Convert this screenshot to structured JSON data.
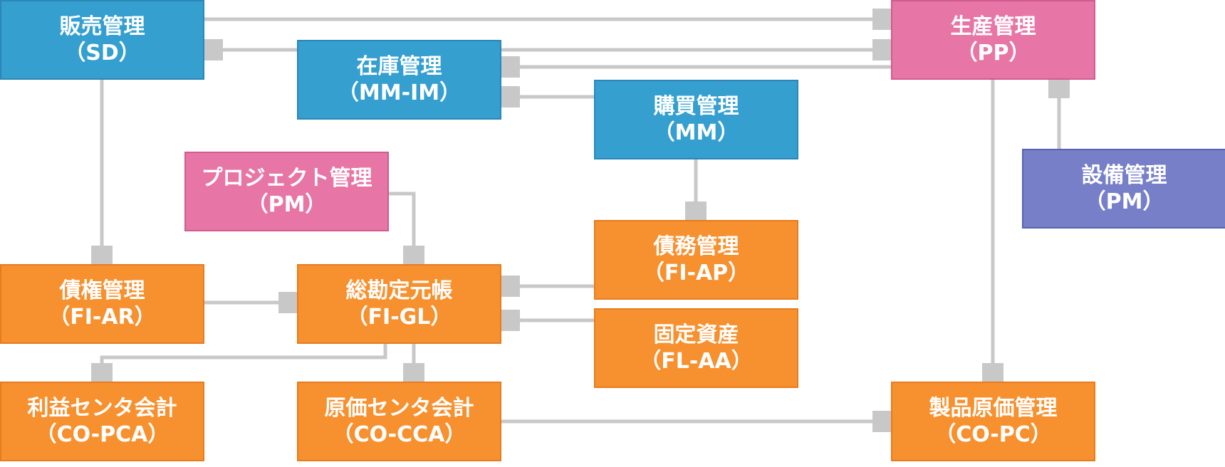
{
  "colors": {
    "blue": "#359fd0",
    "pink": "#e776a6",
    "orange": "#f7912f",
    "purple": "#767fc7",
    "connector": "#c8c8c8",
    "text": "#ffffff"
  },
  "nodes": {
    "sd": {
      "title": "販売管理",
      "code": "（SD）"
    },
    "mmim": {
      "title": "在庫管理",
      "code": "（MM-IM）"
    },
    "mm": {
      "title": "購買管理",
      "code": "（MM）"
    },
    "pp": {
      "title": "生産管理",
      "code": "（PP）"
    },
    "projpm": {
      "title": "プロジェクト管理",
      "code": "（PM）"
    },
    "pm": {
      "title": "設備管理",
      "code": "（PM）"
    },
    "fiap": {
      "title": "債務管理",
      "code": "（FI-AP）"
    },
    "fiar": {
      "title": "債権管理",
      "code": "（FI-AR）"
    },
    "figl": {
      "title": "総勘定元帳",
      "code": "（FI-GL）"
    },
    "flaa": {
      "title": "固定資産",
      "code": "（FL-AA）"
    },
    "copca": {
      "title": "利益センタ会計",
      "code": "（CO-PCA）"
    },
    "cocca": {
      "title": "原価センタ会計",
      "code": "（CO-CCA）"
    },
    "copc": {
      "title": "製品原価管理",
      "code": "（CO-PC）"
    }
  },
  "connections": [
    {
      "from": "販売管理",
      "to": "生産管理"
    },
    {
      "from": "在庫管理",
      "to": "販売管理"
    },
    {
      "from": "在庫管理",
      "to": "生産管理"
    },
    {
      "from": "生産管理",
      "to": "在庫管理"
    },
    {
      "from": "購買管理",
      "to": "在庫管理"
    },
    {
      "from": "販売管理",
      "to": "債権管理"
    },
    {
      "from": "生産管理",
      "to": "製品原価管理"
    },
    {
      "from": "設備管理",
      "to": "生産管理"
    },
    {
      "from": "購買管理",
      "to": "債務管理"
    },
    {
      "from": "プロジェクト管理",
      "to": "総勘定元帳"
    },
    {
      "from": "債権管理",
      "to": "総勘定元帳"
    },
    {
      "from": "債務管理",
      "to": "総勘定元帳"
    },
    {
      "from": "固定資産",
      "to": "総勘定元帳"
    },
    {
      "from": "総勘定元帳",
      "to": "利益センタ会計"
    },
    {
      "from": "総勘定元帳",
      "to": "原価センタ会計"
    },
    {
      "from": "原価センタ会計",
      "to": "製品原価管理"
    }
  ]
}
